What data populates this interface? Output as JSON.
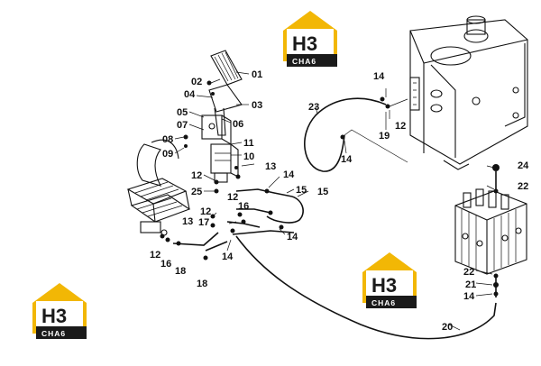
{
  "labels": {
    "p01": "01",
    "p02": "02",
    "p03": "03",
    "p04": "04",
    "p05": "05",
    "p06": "06",
    "p07": "07",
    "p08": "08",
    "p09": "09",
    "p10": "10",
    "p11": "11",
    "p12a": "12",
    "p12b": "12",
    "p12c": "12",
    "p12d": "12",
    "p12e": "12",
    "p13a": "13",
    "p13b": "13",
    "p14a": "14",
    "p14b": "14",
    "p14c": "14",
    "p14d": "14",
    "p14e": "14",
    "p14f": "14",
    "p15a": "15",
    "p15b": "15",
    "p16a": "16",
    "p16b": "16",
    "p17": "17",
    "p18a": "18",
    "p18b": "18",
    "p19": "19",
    "p20": "20",
    "p21": "21",
    "p22a": "22",
    "p22b": "22",
    "p23": "23",
    "p24": "24",
    "p25": "25"
  },
  "watermark": {
    "title": "H3",
    "subtitle": "CHA6"
  },
  "colors": {
    "line": "#111111",
    "accent": "#f2b705",
    "background": "#ffffff"
  }
}
